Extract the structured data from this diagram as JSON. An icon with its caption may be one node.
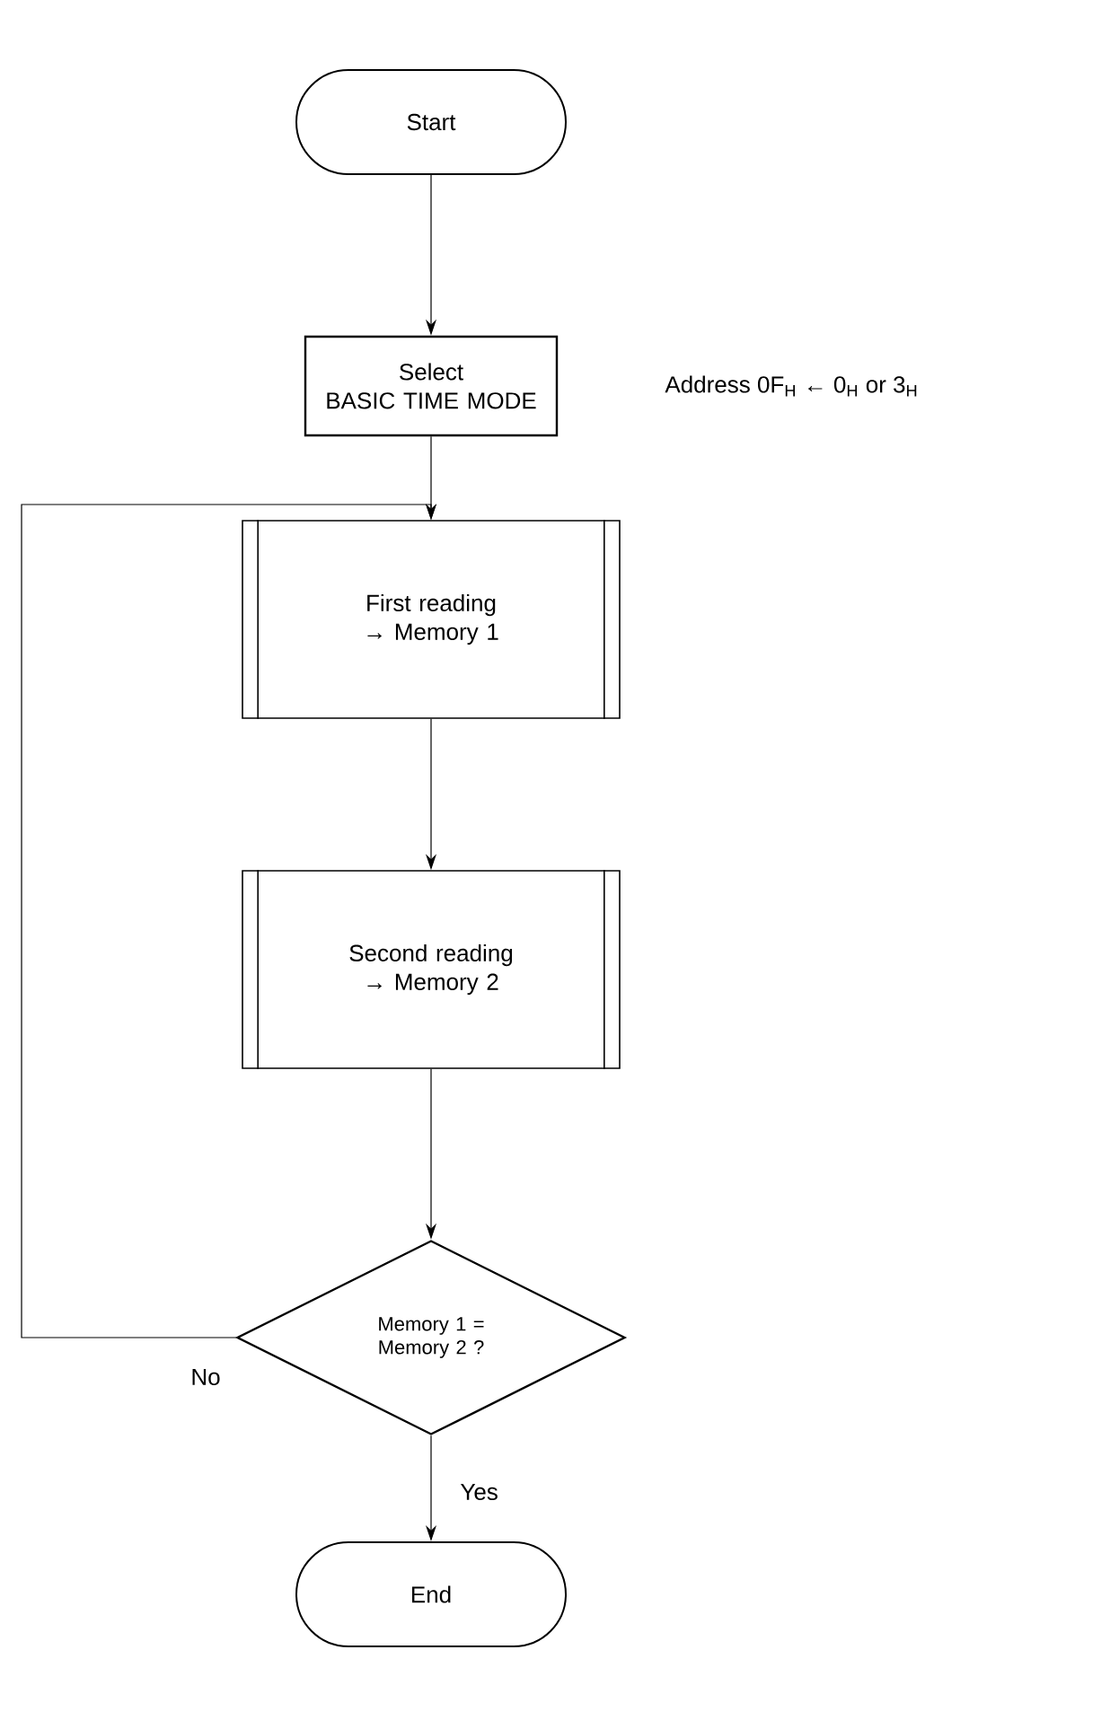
{
  "diagram": {
    "nodes": [
      {
        "text": [
          "Start"
        ]
      },
      {
        "text": [
          "Select BASIC TIME MODE"
        ]
      },
      {
        "text": [
          "First reading → Memory 1"
        ]
      },
      {
        "text": [
          "Second reading → Memory 2"
        ]
      },
      {
        "text": [
          "Memory 1 = Memory 2 ?"
        ]
      },
      {
        "text": [
          "End"
        ]
      }
    ],
    "edges": [
      {
        "from": 0,
        "to": 1,
        "arrow": "to"
      },
      {
        "from": 1,
        "to": 2,
        "arrow": "to"
      },
      {
        "from": 2,
        "to": 3,
        "arrow": "to"
      },
      {
        "from": 3,
        "to": 4,
        "arrow": "to"
      },
      {
        "from": 4,
        "to": 5,
        "arrow": "to",
        "label": "Yes"
      },
      {
        "from": 4,
        "to": 2,
        "arrow": "to",
        "label": "No"
      }
    ],
    "labels": [
      "Address 0F$_{H}$ ← 0$_{H}$ or 3$_{H}$"
    ]
  }
}
